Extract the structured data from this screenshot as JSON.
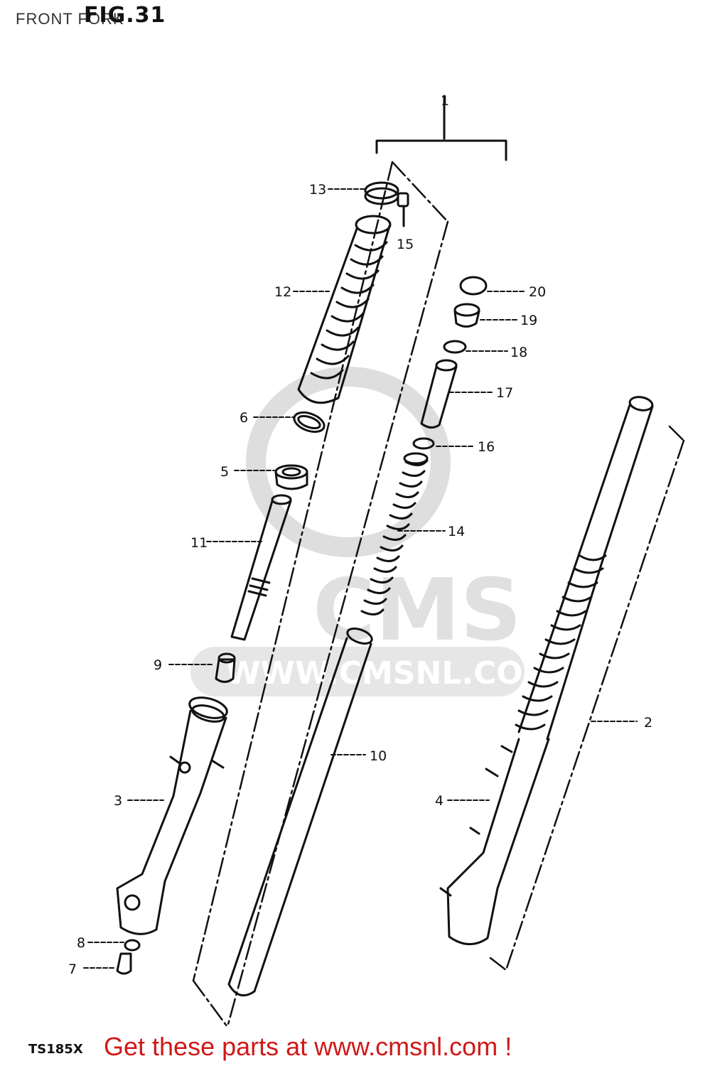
{
  "header": {
    "section_title": "FRONT FORK",
    "figure_label": "FIG.31"
  },
  "model_code": "TS185X",
  "footer": {
    "cta": "Get these parts at www.cmsnl.com !"
  },
  "watermark": {
    "brand": "CMS",
    "url": "WWW.CMSNL.COM"
  },
  "callouts": {
    "c1": "1",
    "c2": "2",
    "c3": "3",
    "c4": "4",
    "c5": "5",
    "c6": "6",
    "c7": "7",
    "c8": "8",
    "c9": "9",
    "c10": "10",
    "c11": "11",
    "c12": "12",
    "c13": "13",
    "c14": "14",
    "c15": "15",
    "c16": "16",
    "c17": "17",
    "c18": "18",
    "c19": "19",
    "c20": "20"
  },
  "colors": {
    "line": "#111111",
    "footer": "#d01818",
    "watermark": "#d9d9d9"
  }
}
